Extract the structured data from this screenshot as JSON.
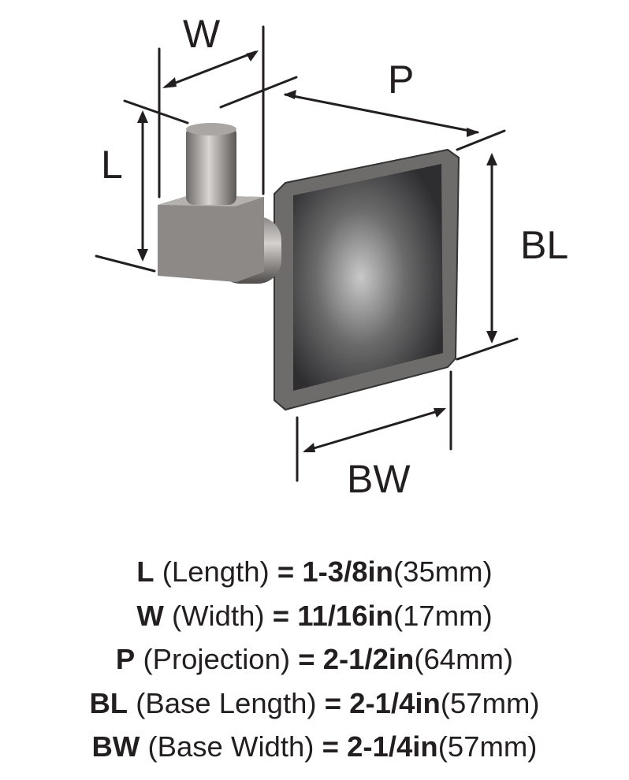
{
  "dimension_labels": {
    "w": "W",
    "p": "P",
    "l": "L",
    "bl": "BL",
    "bw": "BW"
  },
  "specs": [
    {
      "code": "L",
      "name": "(Length)",
      "eq": "=",
      "imperial": "1-3/8in",
      "metric": "(35mm)"
    },
    {
      "code": "W",
      "name": "(Width)",
      "eq": "=",
      "imperial": "11/16in",
      "metric": "(17mm)"
    },
    {
      "code": "P",
      "name": "(Projection)",
      "eq": "=",
      "imperial": "2-1/2in",
      "metric": "(64mm)"
    },
    {
      "code": "BL",
      "name": "(Base Length)",
      "eq": "=",
      "imperial": "2-1/4in",
      "metric": "(57mm)"
    },
    {
      "code": "BW",
      "name": "(Base Width)",
      "eq": "=",
      "imperial": "2-1/4in",
      "metric": "(57mm)"
    }
  ],
  "colors": {
    "ink": "#231f20",
    "metal_dark": "#4a4a4c",
    "metal_light": "#cfcdcb"
  }
}
